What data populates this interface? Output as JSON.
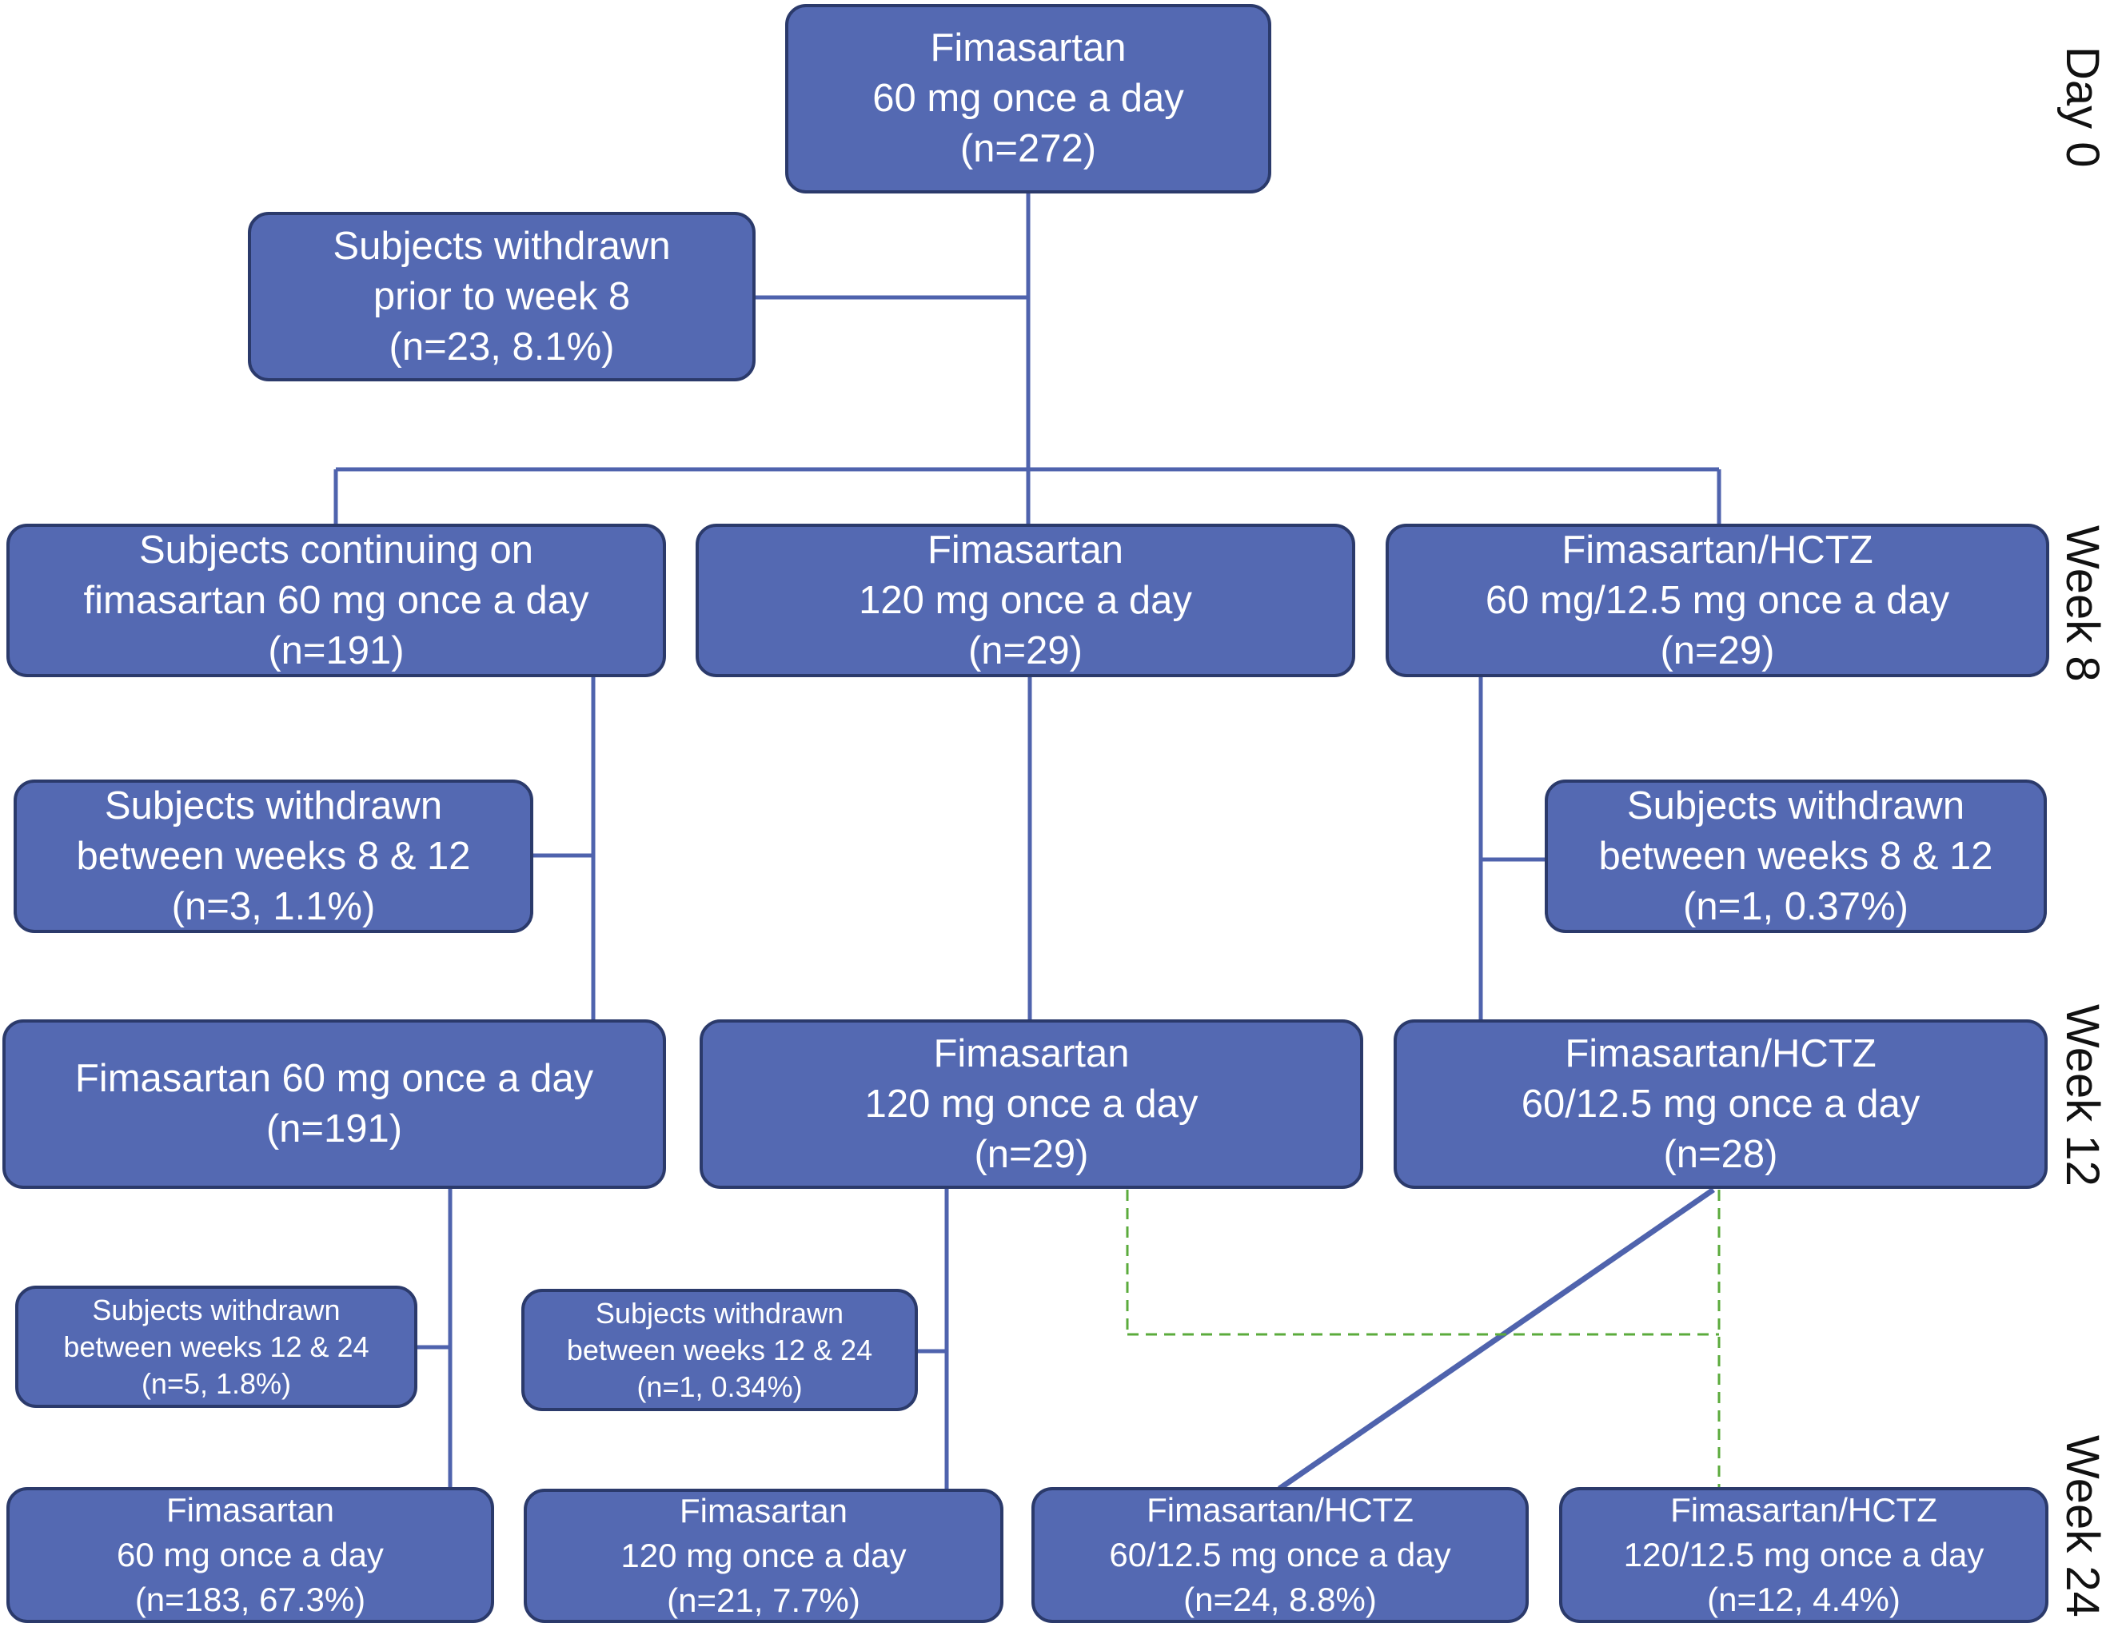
{
  "colors": {
    "box_fill": "#5469b2",
    "box_border": "#2b3a6b",
    "line": "#4f63ad",
    "dashed_line": "#5bab3c",
    "text": "#ffffff",
    "timepoint_text": "#111111"
  },
  "timepoints": {
    "day0": "Day 0",
    "week8": "Week 8",
    "week12": "Week 12",
    "week24": "Week 24"
  },
  "boxes": {
    "start": {
      "line1": "Fimasartan",
      "line2": "60 mg once a day",
      "line3": "(n=272)"
    },
    "withdrawn_pre8": {
      "line1": "Subjects withdrawn",
      "line2": "prior to week 8",
      "line3": "(n=23, 8.1%)"
    },
    "w8_continue": {
      "line1": "Subjects continuing on",
      "line2": "fimasartan 60 mg once a day",
      "line3": "(n=191)"
    },
    "w8_fima120": {
      "line1": "Fimasartan",
      "line2": "120 mg once a day",
      "line3": "(n=29)"
    },
    "w8_hctz": {
      "line1": "Fimasartan/HCTZ",
      "line2": "60 mg/12.5 mg once a day",
      "line3": "(n=29)"
    },
    "withdrawn_8_12_left": {
      "line1": "Subjects withdrawn",
      "line2": "between weeks 8 & 12",
      "line3": "(n=3, 1.1%)"
    },
    "withdrawn_8_12_right": {
      "line1": "Subjects withdrawn",
      "line2": "between weeks 8 & 12",
      "line3": "(n=1, 0.37%)"
    },
    "w12_fima60": {
      "line1": "Fimasartan 60 mg once a day",
      "line2": "(n=191)"
    },
    "w12_fima120": {
      "line1": "Fimasartan",
      "line2": "120 mg once a day",
      "line3": "(n=29)"
    },
    "w12_hctz": {
      "line1": "Fimasartan/HCTZ",
      "line2": "60/12.5 mg once a day",
      "line3": "(n=28)"
    },
    "withdrawn_12_24_left": {
      "line1": "Subjects withdrawn",
      "line2": "between weeks 12 & 24",
      "line3": "(n=5, 1.8%)"
    },
    "withdrawn_12_24_mid": {
      "line1": "Subjects withdrawn",
      "line2": "between weeks 12 & 24",
      "line3": "(n=1, 0.34%)"
    },
    "w24_fima60": {
      "line1": "Fimasartan",
      "line2": "60 mg once a day",
      "line3": "(n=183, 67.3%)"
    },
    "w24_fima120": {
      "line1": "Fimasartan",
      "line2": "120 mg once a day",
      "line3": "(n=21, 7.7%)"
    },
    "w24_hctz60": {
      "line1": "Fimasartan/HCTZ",
      "line2": "60/12.5 mg once a day",
      "line3": "(n=24, 8.8%)"
    },
    "w24_hctz120": {
      "line1": "Fimasartan/HCTZ",
      "line2": "120/12.5 mg once a day",
      "line3": "(n=12, 4.4%)"
    }
  }
}
